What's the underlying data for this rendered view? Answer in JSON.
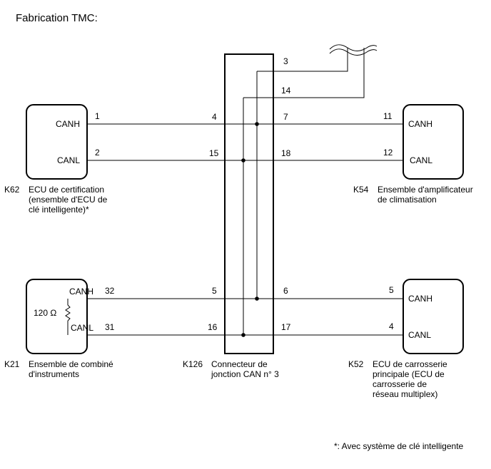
{
  "title": "Fabrication TMC:",
  "footnote": "*: Avec système de clé intelligente",
  "junction": {
    "code": "K126",
    "name_line1": "Connecteur de",
    "name_line2": "jonction CAN n° 3"
  },
  "components": {
    "k62": {
      "code": "K62",
      "name_lines": [
        "ECU de certification",
        "(ensemble d'ECU de",
        "clé intelligente)*"
      ],
      "canh_label": "CANH",
      "canl_label": "CANL",
      "canh_pin": "1",
      "canl_pin": "2"
    },
    "k54": {
      "code": "K54",
      "name_lines": [
        "Ensemble d'amplificateur",
        "de climatisation"
      ],
      "canh_label": "CANH",
      "canl_label": "CANL",
      "canh_pin": "11",
      "canl_pin": "12"
    },
    "k21": {
      "code": "K21",
      "name_lines": [
        "Ensemble de combiné",
        "d'instruments"
      ],
      "canh_label": "CANH",
      "canl_label": "CANL",
      "canh_pin": "32",
      "canl_pin": "31",
      "resistor": "120 Ω"
    },
    "k52": {
      "code": "K52",
      "name_lines": [
        "ECU de carrosserie",
        "principale (ECU de",
        "carrosserie de",
        "réseau multiplex)"
      ],
      "canh_label": "CANH",
      "canl_label": "CANL",
      "canh_pin": "5",
      "canl_pin": "4"
    }
  },
  "junction_pins": {
    "p3": "3",
    "p14": "14",
    "p4": "4",
    "p7": "7",
    "p15": "15",
    "p18": "18",
    "p5": "5",
    "p6": "6",
    "p16": "16",
    "p17": "17"
  }
}
